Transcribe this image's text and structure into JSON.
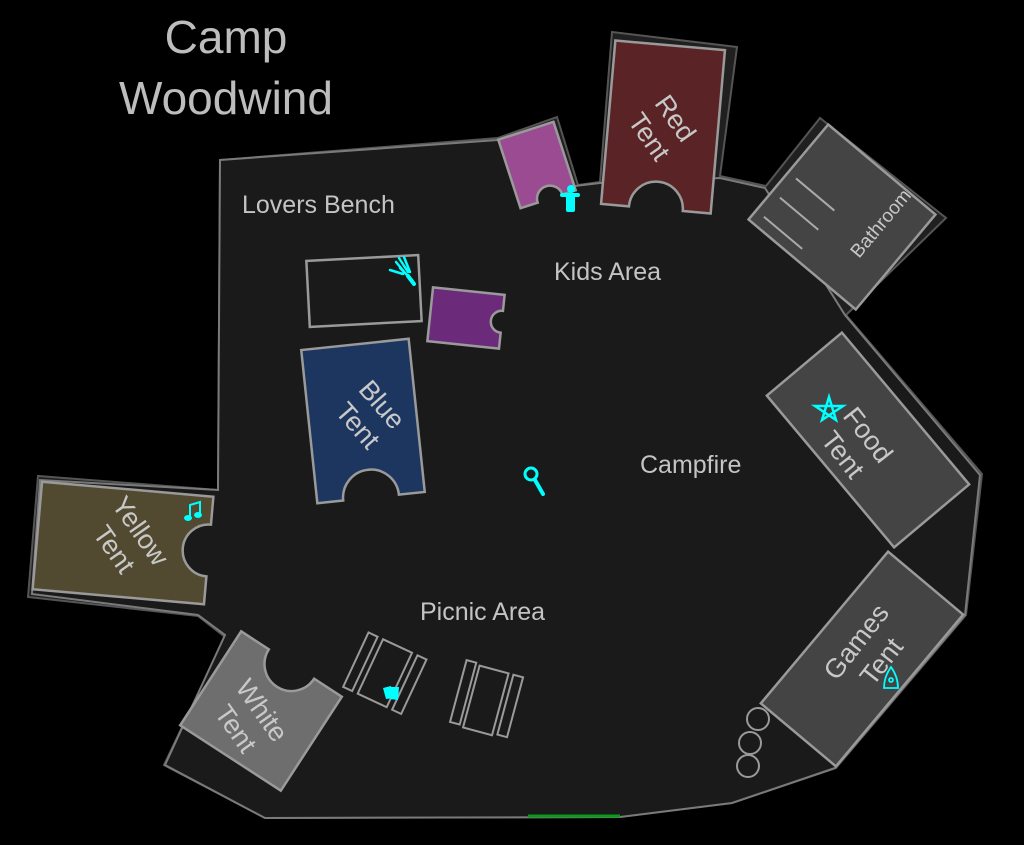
{
  "title": {
    "line1": "Camp",
    "line2": "Woodwind"
  },
  "areas": {
    "lovers_bench": "Lovers Bench",
    "kids_area": "Kids Area",
    "campfire": "Campfire",
    "picnic_area": "Picnic Area"
  },
  "tents": {
    "red": {
      "line1": "Red",
      "line2": "Tent",
      "color": "#5a2427"
    },
    "blue": {
      "line1": "Blue",
      "line2": "Tent",
      "color": "#1d3660"
    },
    "yellow": {
      "line1": "Yellow",
      "line2": "Tent",
      "color": "#514a30"
    },
    "white": {
      "line1": "White",
      "line2": "Tent",
      "color": "#6e6e6e"
    },
    "food": {
      "line1": "Food",
      "line2": "Tent",
      "color": "#444444"
    },
    "games": {
      "line1": "Games",
      "line2": "Tent",
      "color": "#444444"
    },
    "bathroom": {
      "label": "Bathroom",
      "color": "#444444"
    }
  },
  "colors": {
    "floor": "#1a1a1a",
    "icon": "#00ffff",
    "exit": "#0a9a1a",
    "pink_room": "#9a4b92",
    "purple_room": "#6c2a7a"
  },
  "icons": [
    "person-icon",
    "hand-icon",
    "star-icon",
    "music-note-icon",
    "magnifier-icon",
    "cards-icon",
    "rocket-icon"
  ]
}
